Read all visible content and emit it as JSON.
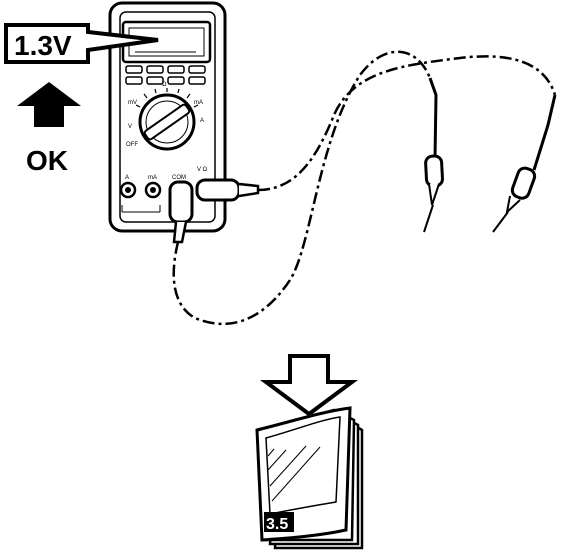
{
  "callout": {
    "reading": "1.3V"
  },
  "status": {
    "label": "OK"
  },
  "manual": {
    "section": "3.5"
  },
  "meter": {
    "range_labels": [
      "mV",
      "Ω",
      "mA",
      "A",
      "V",
      "OFF"
    ],
    "jack_labels": [
      "A",
      "mA",
      "COM",
      "V Ω"
    ]
  },
  "colors": {
    "ink": "#000000",
    "paper": "#ffffff"
  },
  "icons": {
    "up_arrow": "up-arrow-icon",
    "down_arrow": "down-arrow-icon",
    "manual": "manual-booklet-icon"
  }
}
